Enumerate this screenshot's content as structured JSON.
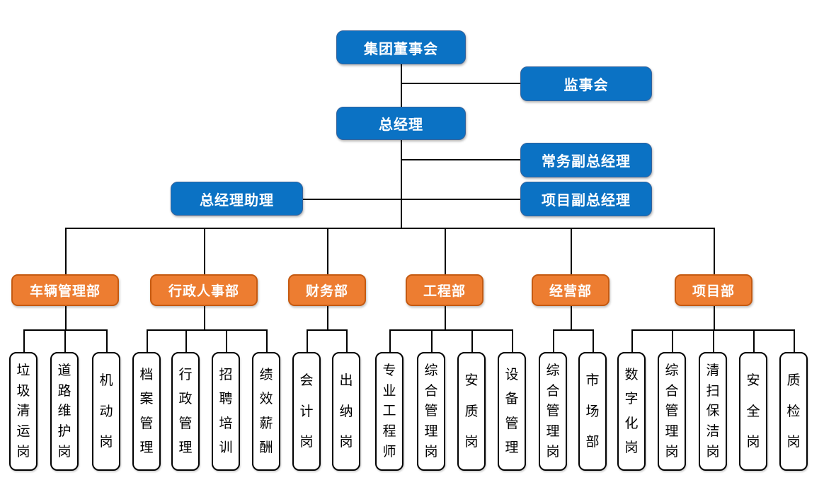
{
  "top_nodes": {
    "board": "集团董事会",
    "supervisory": "监事会",
    "general_manager": "总经理",
    "executive_deputy_gm": "常务副总经理",
    "gm_assistant": "总经理助理",
    "project_deputy_gm": "项目副总经理"
  },
  "departments": [
    {
      "label": "车辆管理部",
      "children": [
        "垃圾清运岗",
        "道路维护岗",
        "机动岗"
      ]
    },
    {
      "label": "行政人事部",
      "children": [
        "档案管理",
        "行政管理",
        "招聘培训",
        "绩效薪酬"
      ]
    },
    {
      "label": "财务部",
      "children": [
        "会计岗",
        "出纳岗"
      ]
    },
    {
      "label": "工程部",
      "children": [
        "专业工程师",
        "综合管理岗",
        "安质岗",
        "设备管理"
      ]
    },
    {
      "label": "经营部",
      "children": [
        "综合管理岗",
        "市场部"
      ]
    },
    {
      "label": "项目部",
      "children": [
        "数字化岗",
        "综合管理岗",
        "清扫保洁岗",
        "安全岗",
        "质检岗"
      ]
    }
  ],
  "colors": {
    "primary_blue": "#0B72C4",
    "blue_border": "#35639C",
    "orange": "#ED7D31",
    "orange_border": "#C55A11",
    "line": "#000000",
    "position_box_border": "#000000",
    "box_text": "#FFFFFF",
    "position_text": "#000000"
  }
}
